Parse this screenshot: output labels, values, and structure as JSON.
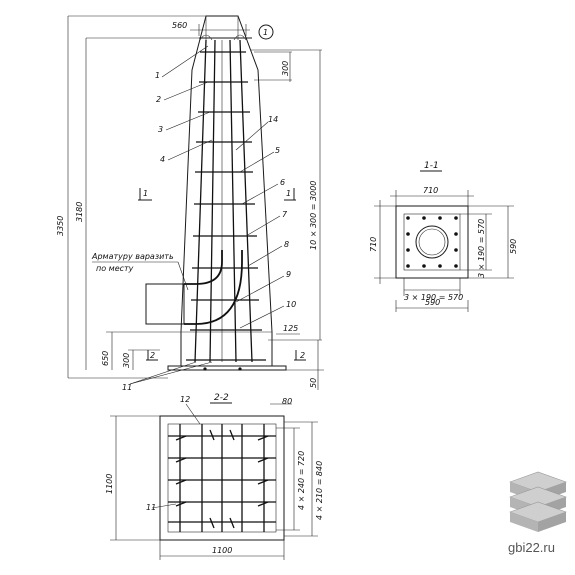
{
  "labels": {
    "top_width": "560",
    "section_circle": "1",
    "total_height": "3350",
    "shaft_height": "3180",
    "spacing": "10 × 300 = 3000",
    "step_top": "300",
    "base_650": "650",
    "base_300": "300",
    "step_125": "125",
    "bottom_50": "50",
    "section_mark": "1",
    "section_mark_b": "1",
    "section_mark_2": "2",
    "section_mark_2b": "2",
    "opening_note_1": "Арматуру варазить",
    "opening_note_2": "по месту"
  },
  "callouts": [
    "1",
    "2",
    "3",
    "4",
    "14",
    "5",
    "6",
    "7",
    "8",
    "9",
    "10",
    "11"
  ],
  "section_1_1": {
    "title": "1-1",
    "width_top": "710",
    "height_left": "710",
    "spacing_right": "3 × 190 = 570",
    "height_right": "590",
    "spacing_bottom": "3 × 190 = 570",
    "width_bottom": "590"
  },
  "section_2_2": {
    "title": "2-2",
    "callout": "12",
    "dim_80": "80",
    "height_left": "1100",
    "spacing_a": "4 × 240 = 720",
    "spacing_b": "4 × 210 = 840",
    "width_bottom": "1100",
    "callout_small": "11"
  },
  "watermark": "gbi22.ru"
}
